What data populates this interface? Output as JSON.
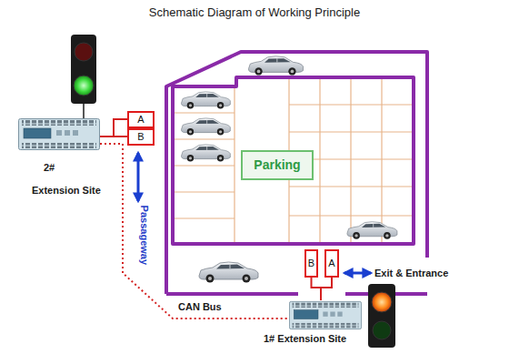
{
  "diagram": {
    "title": "Schematic Diagram of Working Principle",
    "nodes": [
      {
        "text": [
          "Parking"
        ]
      },
      {
        "text": [
          "A"
        ]
      },
      {
        "text": [
          "B"
        ]
      },
      {
        "text": [
          "2#",
          "Extension Site"
        ]
      },
      {
        "text": [
          "B"
        ]
      },
      {
        "text": [
          "A"
        ]
      },
      {
        "text": [
          "1# Extension Site"
        ]
      }
    ],
    "edges": [
      {
        "from": 1,
        "to": 3,
        "arrow": "none"
      },
      {
        "from": 2,
        "to": 3,
        "arrow": "none"
      },
      {
        "from": 4,
        "to": 6,
        "arrow": "none"
      },
      {
        "from": 5,
        "to": 6,
        "arrow": "none"
      },
      {
        "from": 3,
        "to": 6,
        "label": "CAN Bus",
        "arrow": "none"
      }
    ],
    "labels": [
      "Passageway",
      "Exit & Entrance"
    ]
  }
}
